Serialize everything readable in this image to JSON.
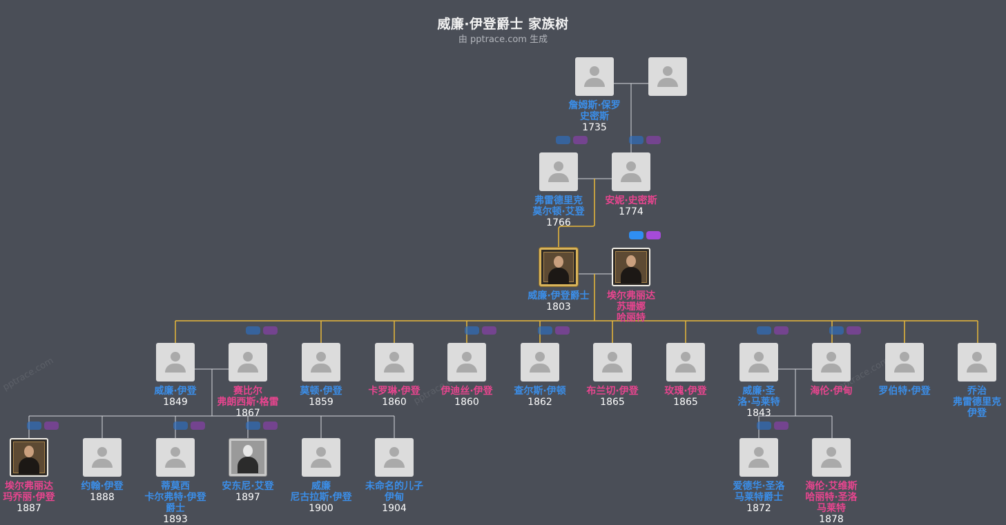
{
  "header": {
    "title": "威廉·伊登爵士 家族树",
    "subtitle": "由 pptrace.com 生成",
    "watermark": "pptrace.com"
  },
  "colors": {
    "background": "#4a4e57",
    "male_name": "#3b8ee8",
    "female_name": "#e8458f",
    "line_default": "#d6d8dc",
    "line_highlight": "#e9b93a",
    "placeholder": "#dcdcdc"
  },
  "people": {
    "james_paul_smith": {
      "name": [
        "詹姆斯·保罗",
        "史密斯"
      ],
      "year": "1735",
      "gender": "m"
    },
    "jps_spouse": {
      "name": [],
      "year": "",
      "gender": "f"
    },
    "frederick": {
      "name": [
        "弗雷德里克",
        "莫尔顿·艾登"
      ],
      "year": "1766",
      "gender": "m"
    },
    "anne_smith": {
      "name": [
        "安妮·史密斯"
      ],
      "year": "1774",
      "gender": "f"
    },
    "sir_william": {
      "name": [
        "威廉·伊登爵士"
      ],
      "year": "1803",
      "gender": "m",
      "photo": "portrait-gold"
    },
    "elfrida": {
      "name": [
        "埃尔弗丽达",
        "苏珊娜",
        "哈丽特"
      ],
      "year": "",
      "gender": "f",
      "photo": "portrait"
    },
    "william_1849": {
      "name": [
        "威廉·伊登"
      ],
      "year": "1849",
      "gender": "m"
    },
    "sybil": {
      "name": [
        "赛比尔",
        "弗朗西斯·格雷"
      ],
      "year": "1867",
      "gender": "f"
    },
    "morton": {
      "name": [
        "莫顿·伊登"
      ],
      "year": "1859",
      "gender": "m"
    },
    "caroline": {
      "name": [
        "卡罗琳·伊登"
      ],
      "year": "1860",
      "gender": "f"
    },
    "edith": {
      "name": [
        "伊迪丝·伊登"
      ],
      "year": "1860",
      "gender": "f"
    },
    "charles": {
      "name": [
        "查尔斯·伊顿"
      ],
      "year": "1862",
      "gender": "m"
    },
    "brancepeth": {
      "name": [
        "布兰切·伊登"
      ],
      "year": "1865",
      "gender": "f"
    },
    "rose": {
      "name": [
        "玫瑰·伊登"
      ],
      "year": "1865",
      "gender": "f"
    },
    "william_stlo": {
      "name": [
        "威廉·圣",
        "洛·马莱特"
      ],
      "year": "1843",
      "gender": "m"
    },
    "helen": {
      "name": [
        "海伦·伊甸"
      ],
      "year": "",
      "gender": "f"
    },
    "robert": {
      "name": [
        "罗伯特·伊登"
      ],
      "year": "",
      "gender": "m"
    },
    "george_fred": {
      "name": [
        "乔治",
        "弗雷德里克",
        "伊登"
      ],
      "year": "",
      "gender": "m"
    },
    "elfrida_marjorie": {
      "name": [
        "埃尔弗丽达",
        "玛乔丽·伊登"
      ],
      "year": "1887",
      "gender": "f",
      "photo": "portrait"
    },
    "john": {
      "name": [
        "约翰·伊登"
      ],
      "year": "1888",
      "gender": "m"
    },
    "timothy": {
      "name": [
        "蒂莫西",
        "卡尔弗特·伊登",
        "爵士"
      ],
      "year": "1893",
      "gender": "m"
    },
    "anthony": {
      "name": [
        "安东尼·艾登"
      ],
      "year": "1897",
      "gender": "m",
      "photo": "portrait-bw"
    },
    "william_nicholas": {
      "name": [
        "威廉",
        "尼古拉斯·伊登"
      ],
      "year": "1900",
      "gender": "m"
    },
    "unnamed_son": {
      "name": [
        "未命名的儿子",
        "伊甸"
      ],
      "year": "1904",
      "gender": "m"
    },
    "edward": {
      "name": [
        "爱德华·圣洛",
        "马莱特爵士"
      ],
      "year": "1872",
      "gender": "m"
    },
    "helen_violet": {
      "name": [
        "海伦·艾维斯",
        "哈丽特·圣洛",
        "马莱特"
      ],
      "year": "1878",
      "gender": "f"
    }
  }
}
